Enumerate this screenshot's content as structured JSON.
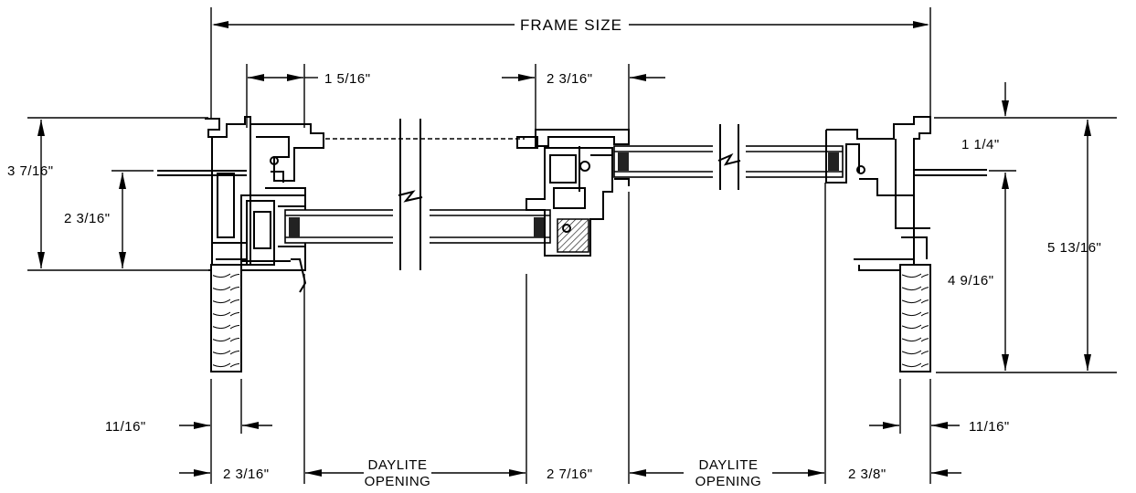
{
  "dimensions": {
    "frame_size": "FRAME SIZE",
    "top_left_sash": "1 5/16\"",
    "top_center_sash": "2 3/16\"",
    "left_overall_height": "3 7/16\"",
    "left_inner_height": "2 3/16\"",
    "right_top_offset": "1 1/4\"",
    "right_lower_height": "4 9/16\"",
    "right_overall_height": "5 13/16\"",
    "left_trim": "11/16\"",
    "right_trim": "11/16\"",
    "bottom_left_frame": "2 3/16\"",
    "bottom_daylite_left_line1": "DAYLITE",
    "bottom_daylite_left_line2": "OPENING",
    "bottom_meeting_rail": "2 7/16\"",
    "bottom_daylite_right_line1": "DAYLITE",
    "bottom_daylite_right_line2": "OPENING",
    "bottom_right_frame": "2 3/8\""
  }
}
